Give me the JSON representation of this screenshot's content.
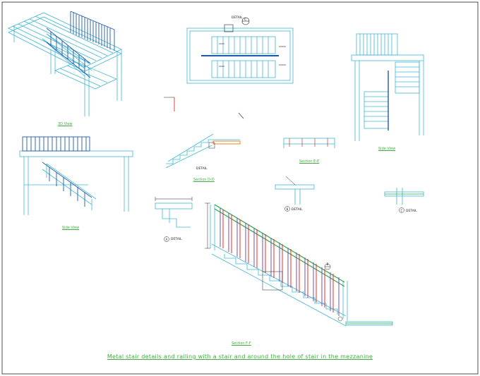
{
  "drawing": {
    "colors": {
      "line": "#3fb6d6",
      "dark": "#1f5aa8",
      "frame": "#222222",
      "label": "#3fae3f",
      "accent_red": "#e0302a",
      "accent_orange": "#e8842a",
      "accent_green": "#2aa84a",
      "accent_purple": "#7a4fb0"
    },
    "views": {
      "iso_view_label": "3D View",
      "front_view_label": "Side View",
      "side_view_label": "Side View",
      "plan_detail_c_label": "DETAIL",
      "plan_detail_c_mark": "C",
      "stringer_label": "Section D-D",
      "section_e_label": "Section E-E",
      "section_f_label": "Section F-F",
      "detail_a_label": "DETAIL",
      "detail_a_mark": "A",
      "detail_b_label": "DETAIL",
      "detail_b_mark": "B",
      "detail_b2_mark": "B",
      "detail_c_label": "DETAIL",
      "detail_c_mark": "C"
    },
    "caption": "Metal stair details and railing with a stair and around the hole of stair in the mezzanine"
  }
}
